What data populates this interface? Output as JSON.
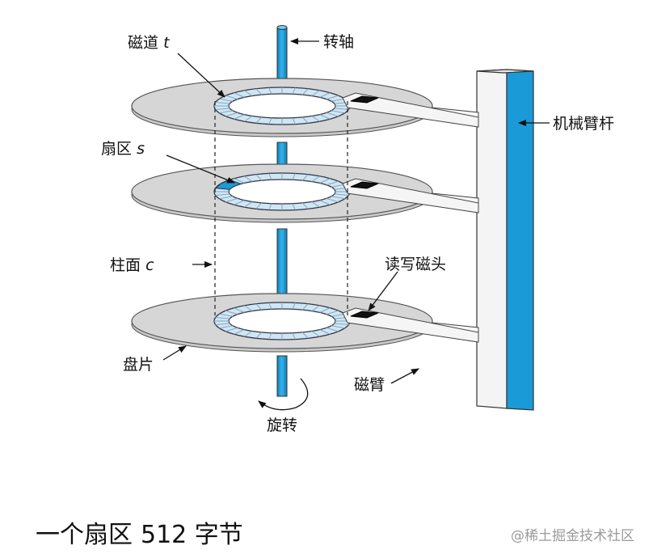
{
  "labels": {
    "track": "磁道",
    "track_var": "t",
    "spindle": "转轴",
    "sector": "扇区",
    "sector_var": "s",
    "arm_assembly": "机械臂杆",
    "cylinder": "柱面",
    "cylinder_var": "c",
    "rw_head": "读写磁头",
    "platter": "盘片",
    "arm": "磁臂",
    "rotation": "旋转"
  },
  "caption": {
    "part1": "一个扇区",
    "part2": "512 字节"
  },
  "watermark": "@稀土掘金技术社区",
  "colors": {
    "spindle_blue": "#1a9ad6",
    "platter_gray": "#d6d6d6",
    "track_ring": "#cfe6f5",
    "sector_highlight": "#1a9ad6",
    "head_black": "#111111"
  }
}
